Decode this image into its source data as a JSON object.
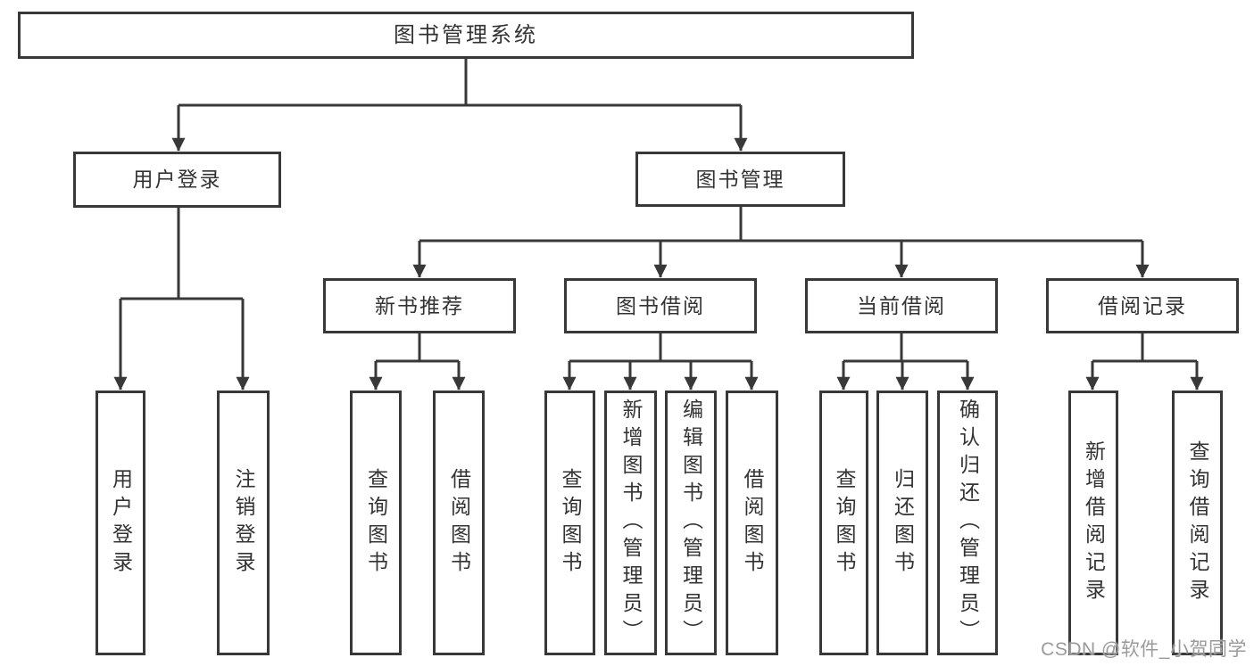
{
  "diagram": {
    "watermark": "CSDN @软件_小贺同学",
    "colors": {
      "line": "#383838",
      "text": "#333333",
      "background": "#ffffff",
      "watermark": "#9a9a9a"
    }
  },
  "nodes": {
    "root": {
      "label": "图书管理系统"
    },
    "level2": [
      {
        "label": "用户登录"
      },
      {
        "label": "图书管理"
      }
    ],
    "level3": [
      {
        "label": "新书推荐"
      },
      {
        "label": "图书借阅"
      },
      {
        "label": "当前借阅"
      },
      {
        "label": "借阅记录"
      }
    ],
    "leaves": [
      {
        "label": "用户登录"
      },
      {
        "label": "注销登录"
      },
      {
        "label": "查询图书"
      },
      {
        "label": "借阅图书"
      },
      {
        "label": "查询图书"
      },
      {
        "label": "新增图书（管理员）"
      },
      {
        "label": "编辑图书（管理员）"
      },
      {
        "label": "借阅图书"
      },
      {
        "label": "查询图书"
      },
      {
        "label": "归还图书"
      },
      {
        "label": "确认归还（管理员）"
      },
      {
        "label": "新增借阅记录"
      },
      {
        "label": "查询借阅记录"
      }
    ]
  }
}
